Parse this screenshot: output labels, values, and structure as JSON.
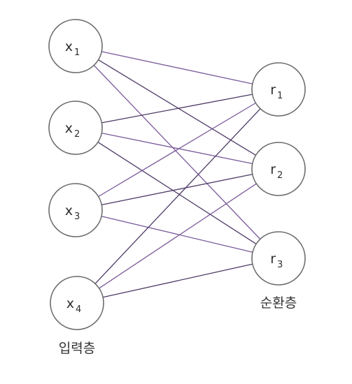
{
  "diagram": {
    "input_nodes": [
      {
        "id": "x1",
        "base": "x",
        "sub": "1"
      },
      {
        "id": "x2",
        "base": "x",
        "sub": "2"
      },
      {
        "id": "x3",
        "base": "x",
        "sub": "3"
      },
      {
        "id": "x4",
        "base": "x",
        "sub": "4"
      }
    ],
    "recurrent_nodes": [
      {
        "id": "r1",
        "base": "r",
        "sub": "1"
      },
      {
        "id": "r2",
        "base": "r",
        "sub": "2"
      },
      {
        "id": "r3",
        "base": "r",
        "sub": "3"
      }
    ],
    "edges": [
      {
        "from": "x1",
        "to": "r1"
      },
      {
        "from": "x1",
        "to": "r2"
      },
      {
        "from": "x1",
        "to": "r3"
      },
      {
        "from": "x2",
        "to": "r1"
      },
      {
        "from": "x2",
        "to": "r2"
      },
      {
        "from": "x2",
        "to": "r3"
      },
      {
        "from": "x3",
        "to": "r1"
      },
      {
        "from": "x3",
        "to": "r2"
      },
      {
        "from": "x3",
        "to": "r3"
      },
      {
        "from": "x4",
        "to": "r1"
      },
      {
        "from": "x4",
        "to": "r2"
      },
      {
        "from": "x4",
        "to": "r3"
      }
    ],
    "input_layer_label": "입력층",
    "recurrent_layer_label": "순환층",
    "colors": {
      "edge": "#7a5a9a",
      "edge_dark": "#4e3a66",
      "node_stroke": "#6b6b6b"
    }
  }
}
